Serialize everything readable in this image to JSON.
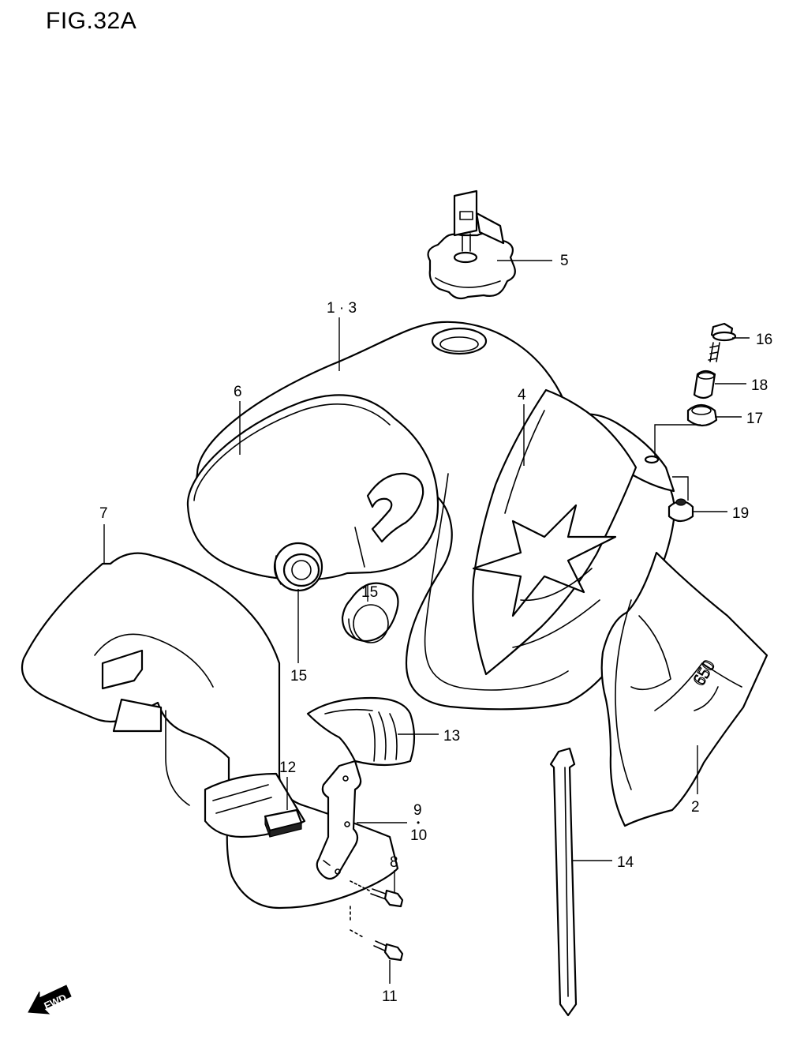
{
  "figure": {
    "title": "FIG.32A"
  },
  "callouts": {
    "c1_3": "1 · 3",
    "c2": "2",
    "c4": "4",
    "c5": "5",
    "c6": "6",
    "c7": "7",
    "c8": "8",
    "c9": "9",
    "c9_10_sep": "•",
    "c10": "10",
    "c11": "11",
    "c12": "12",
    "c13": "13",
    "c14": "14",
    "c15a": "15",
    "c15b": "15",
    "c16": "16",
    "c17": "17",
    "c18": "18",
    "c19": "19"
  },
  "fwd_label": "FWD"
}
